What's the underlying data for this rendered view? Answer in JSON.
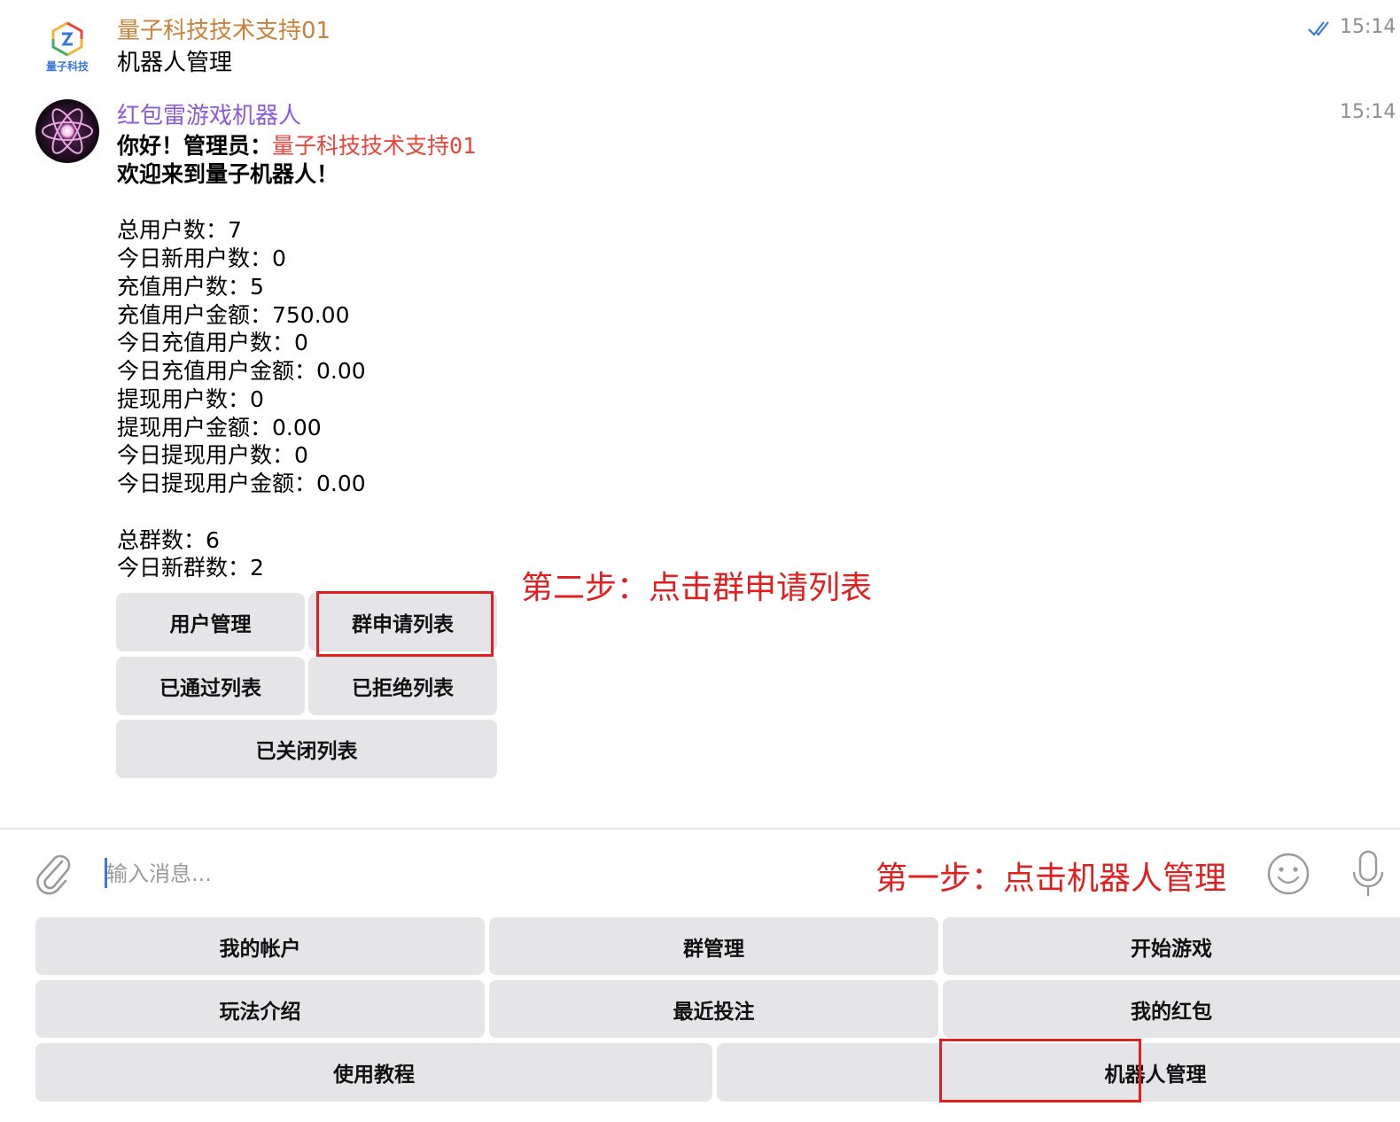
{
  "messages": [
    {
      "sender": "量子科技技术支持01",
      "logo_text": "量子科技",
      "text": "机器人管理",
      "time": "15:14",
      "status_icon": "double-check-icon",
      "sender_color": "#c9823a"
    },
    {
      "sender": "红包雷游戏机器人",
      "time": "15:14",
      "sender_color": "#8e5bd6",
      "greeting_prefix": "你好！管理员：",
      "admin_name": "量子科技技术支持01",
      "welcome": "欢迎来到量子机器人！",
      "stats": [
        "总用户数：7",
        "今日新用户数：0",
        "充值用户数：5",
        "充值用户金额：750.00",
        "今日充值用户数：0",
        "今日充值用户金额：0.00",
        "提现用户数：0",
        "提现用户金额：0.00",
        "今日提现用户数：0",
        "今日提现用户金额：0.00"
      ],
      "group_stats": [
        "总群数：6",
        "今日新群数：2"
      ],
      "inline_buttons": [
        "用户管理",
        "群申请列表",
        "已通过列表",
        "已拒绝列表",
        "已关闭列表"
      ]
    }
  ],
  "annotations": {
    "step2": "第二步：点击群申请列表",
    "step1": "第一步：点击机器人管理",
    "highlight_color": "#e02020"
  },
  "input": {
    "placeholder": "输入消息...",
    "value": ""
  },
  "reply_keyboard": [
    "我的帐户",
    "群管理",
    "开始游戏",
    "玩法介绍",
    "最近投注",
    "我的红包",
    "使用教程",
    "机器人管理"
  ],
  "icons": {
    "attach": "paperclip-icon",
    "emoji": "emoji-icon",
    "mic": "microphone-icon"
  }
}
